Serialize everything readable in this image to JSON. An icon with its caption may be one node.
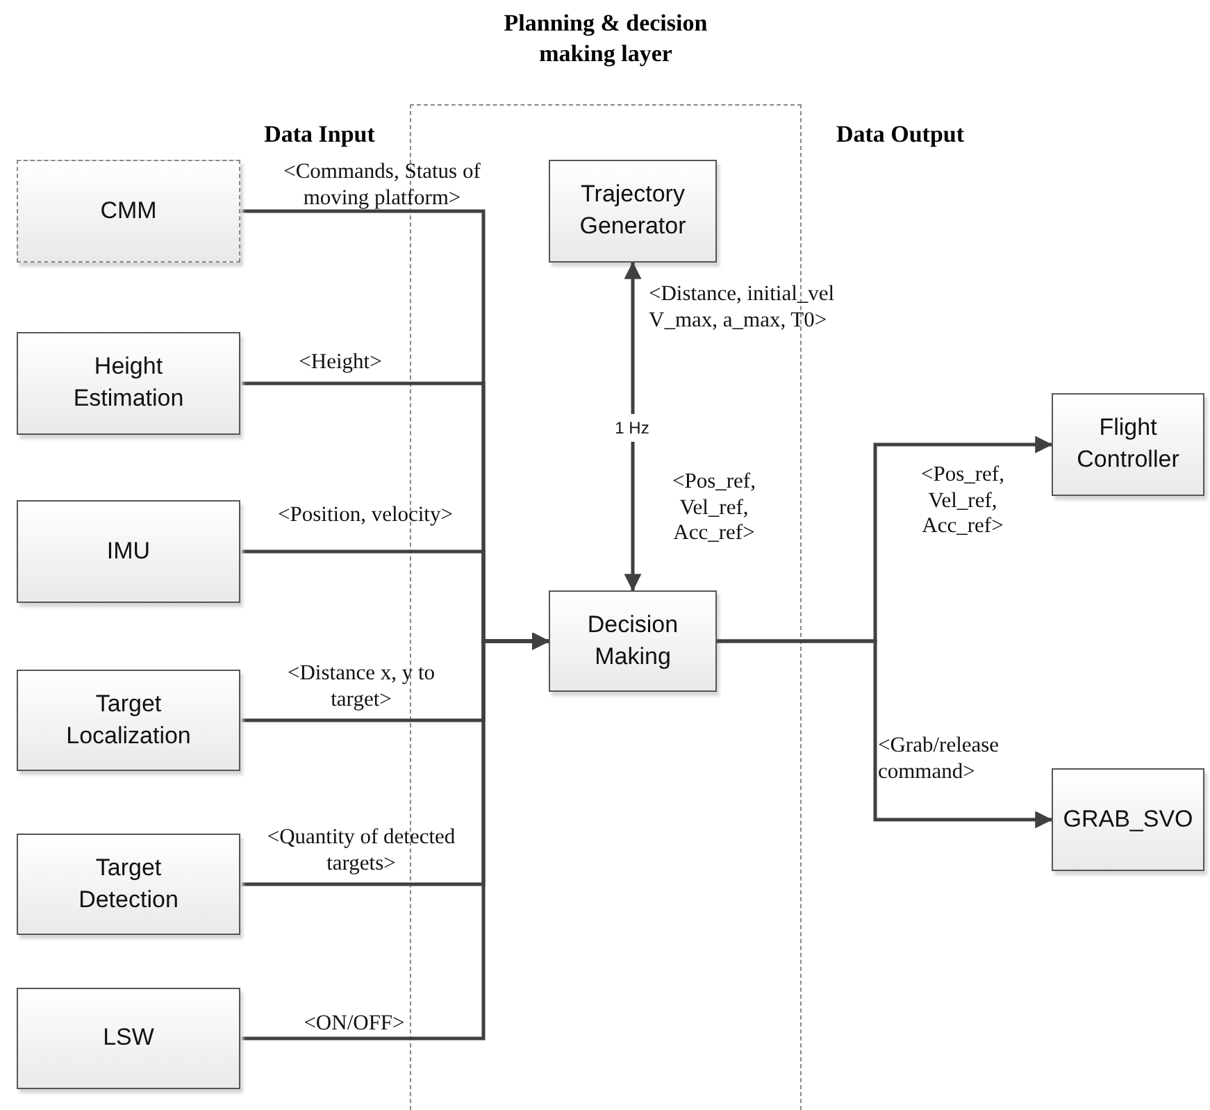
{
  "diagram": {
    "nodes": [
      {
        "text": [
          "Planning & decision making layer"
        ]
      },
      {
        "text": [
          "CMM"
        ]
      },
      {
        "text": [
          "Height Estimation"
        ]
      },
      {
        "text": [
          "IMU"
        ]
      },
      {
        "text": [
          "Target Localization"
        ]
      },
      {
        "text": [
          "Target Detection"
        ]
      },
      {
        "text": [
          "LSW"
        ]
      },
      {
        "text": [
          "Trajectory Generator"
        ],
        "in": 0
      },
      {
        "text": [
          "Decision Making"
        ],
        "in": 0
      },
      {
        "text": [
          "Flight Controller"
        ]
      },
      {
        "text": [
          "GRAB_SVO"
        ]
      }
    ],
    "edges": [
      {
        "from": 1,
        "to": 8,
        "arrow": "to",
        "label": "<Commands, Status of moving platform>"
      },
      {
        "from": 2,
        "to": 8,
        "arrow": "to",
        "label": "<Height>"
      },
      {
        "from": 3,
        "to": 8,
        "arrow": "to",
        "label": "<Position, velocity>"
      },
      {
        "from": 4,
        "to": 8,
        "arrow": "to",
        "label": "<Distance x, y to target>"
      },
      {
        "from": 5,
        "to": 8,
        "arrow": "to",
        "label": "<Quantity of detected targets>"
      },
      {
        "from": 6,
        "to": 8,
        "arrow": "to",
        "label": "<ON/OFF>"
      },
      {
        "from": 7,
        "to": 8,
        "arrow": "both",
        "label": "1 Hz"
      },
      {
        "from": 8,
        "to": 9,
        "arrow": "to",
        "label": "<Pos_ref, Vel_ref, Acc_ref>"
      },
      {
        "from": 8,
        "to": 10,
        "arrow": "to",
        "label": "<Grab/release command>"
      }
    ],
    "labels": [
      "Data Input",
      "Data Output",
      "<Distance, initial_vel V_max, a_max, T0>",
      "<Pos_ref, Vel_ref, Acc_ref>"
    ]
  }
}
